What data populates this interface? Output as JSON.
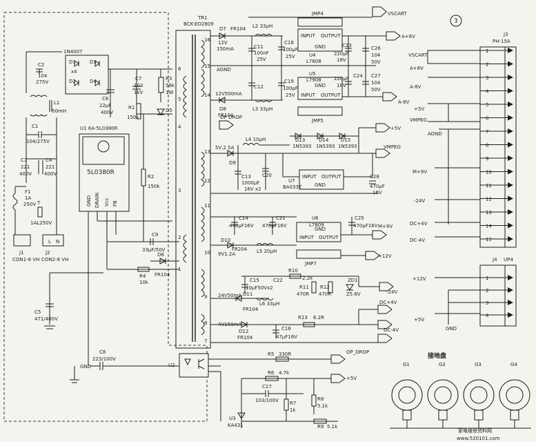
{
  "figure_no": "3",
  "transformer": {
    "ref": "TR1",
    "part": "BCK-EO2809"
  },
  "ic_u1": {
    "ref": "U1",
    "part": "KA-5L0380R",
    "body": "5L0380R",
    "pins": [
      "GND",
      "DRAIN",
      "Vcc",
      "FB"
    ]
  },
  "bridge": {
    "part": "1N4007",
    "qty": "x4",
    "diodes": [
      "D1",
      "D2",
      "D3",
      "D4"
    ]
  },
  "input_parts": [
    {
      "ref": "C2",
      "val": "104",
      "val2": "275V"
    },
    {
      "ref": "L1",
      "val": "50mH"
    },
    {
      "ref": "C1",
      "val": "104/275V"
    },
    {
      "ref": "C3",
      "val": "221",
      "val2": "400V"
    },
    {
      "ref": "C4",
      "val": "221",
      "val2": "400V"
    },
    {
      "ref": "F1",
      "val": "1A",
      "val2": "250V"
    },
    {
      "ref": "T",
      "val": "1AL250V"
    },
    {
      "ref": "C5",
      "val": "471/400V"
    },
    {
      "ref": "C6",
      "val": "22µF",
      "val2": "400V"
    },
    {
      "ref": "C7",
      "val": "103",
      "val2": "1kV"
    },
    {
      "ref": "R3",
      "val": "56k",
      "val2": "1W"
    },
    {
      "ref": "D5"
    },
    {
      "ref": "R1",
      "val": "150k"
    },
    {
      "ref": "R2",
      "val": "150k"
    },
    {
      "ref": "C9",
      "val": "33µF/50V"
    },
    {
      "ref": "R4",
      "val": "10k"
    },
    {
      "ref": "D6",
      "val": "FR104"
    },
    {
      "ref": "C8",
      "val": "223/100V"
    }
  ],
  "connectors_in": [
    {
      "ref": "J1",
      "label": "CON1-8 VH",
      "pins": [
        "L",
        "N"
      ]
    },
    {
      "ref": "J2",
      "label": "CON2-8 VH"
    }
  ],
  "secondary": {
    "w16": {
      "pin": "16",
      "volt": "12V",
      "cur": "150mA",
      "diode": "D7",
      "diode_part": "FR104",
      "ind": "L2 33µH"
    },
    "w15": {
      "pin": "15",
      "label": "AGND"
    },
    "w14": {
      "pin": "14",
      "volt": "12V500mA",
      "diode": "D8",
      "diode_part": "FR104",
      "ind": "L3 33µH"
    },
    "w13": {
      "pin": "13",
      "volt": "5V,2.5A",
      "diode": "D9",
      "ind": "L4 10µH"
    },
    "w12": {
      "pin": "12"
    },
    "w11": {
      "pin": "11"
    },
    "w10": {
      "pin": "10",
      "volt": "9V1.2A",
      "diode": "D10",
      "diode_part": "FR204",
      "ind": "L5 20µH"
    },
    "w9": {
      "pin": "9",
      "volt": "24V50mA",
      "diode": "D11",
      "diode_part": "FR104",
      "ind": "L6 33µH"
    },
    "w8": {
      "pin": "8",
      "volt": "4V150mA",
      "diode": "D12",
      "diode_part": "FR104"
    },
    "w7": {
      "pin": "7"
    },
    "w6": {
      "pin": "6"
    },
    "w5": {
      "pin": "5"
    },
    "w4": {
      "pin": "4"
    },
    "w3": {
      "pin": "3"
    },
    "w2": {
      "pin": "2"
    },
    "w1": {
      "pin": "1"
    }
  },
  "regulators": [
    {
      "ref": "U4",
      "part": "L7808",
      "jmp": "JMP4",
      "in": "INPUT",
      "out": "OUTPUT",
      "gnd": "GND",
      "cin": "C11",
      "cin_v": "100nF",
      "cin_v2": "25V",
      "c2": "C18",
      "c2_v": "100µF",
      "c2_v2": "25V",
      "cout": "C23",
      "cout_v": "220µF",
      "cout_v2": "18V",
      "cf": "C26",
      "cf_v": "104",
      "cf_v2": "50V",
      "out_label": "A+8V"
    },
    {
      "ref": "U5",
      "part": "L7908",
      "jmp": "JMP5",
      "in": "INPUT",
      "out": "OUTPUT",
      "gnd": "GND",
      "cin": "C12",
      "c2": "C19",
      "c2_v": "100µF",
      "c2_v2": "25V",
      "cout": "C24",
      "cout_v": "220µF",
      "cout_v2": "18V",
      "cf": "C27",
      "cf_v": "104",
      "cf_v2": "50V",
      "out_label": "A-8V"
    },
    {
      "ref": "U7",
      "part": "BA033T",
      "in": "INPUT",
      "out": "OUTPUT",
      "gnd": "GND",
      "cin": "C13",
      "cin_v": "1000µF",
      "cin_v2": "16V x2",
      "c2": "C20",
      "cout": "C28",
      "cout_v": "470µF",
      "cout_v2": "16V",
      "out_label": "VMPEG"
    },
    {
      "ref": "U6",
      "part": "L7809",
      "jmp": "JMP7",
      "in": "INPUT",
      "out": "OUTPUT",
      "gnd": "GND",
      "cin": "C14",
      "cin_v": "470µF16V",
      "c2": "C21",
      "c2_v": "470µF16V",
      "cout": "C25",
      "cout_v": "470µF16V",
      "out_label": "M+9V"
    }
  ],
  "rail_5v": {
    "label": "+5V",
    "diodes": [
      "D13",
      "D14",
      "D15"
    ],
    "diode_part": "1N5393"
  },
  "op_drop": {
    "label": "OP DROP"
  },
  "rail_12v": {
    "label": "+12V"
  },
  "rail_neg24": {
    "label": "-24V",
    "c15": "C15",
    "c15_v": "10µF50Vx2",
    "c22": "C22",
    "r10": "R10",
    "r10_v": "2.2k",
    "r11": "R11",
    "r11_v": "470R",
    "r12": "R12",
    "r12_v": "470R",
    "zd": "ZD1",
    "zd_v": "Z5.6V"
  },
  "rail_dc4": {
    "pos": "DC+4V",
    "neg": "DC-4V",
    "c16": "C16",
    "c16_v": "47µF16V",
    "r13": "R13",
    "r13_v": "6.2R"
  },
  "feedback": {
    "u2": "U2",
    "r5": "R5",
    "r5_v": "330R",
    "r6": "R6",
    "r6_v": "4.7k",
    "c17": "C17",
    "c17_v": "103/100V",
    "r7": "R7",
    "r7_v": "1k",
    "r8": "R8",
    "r8_v": "5.1k",
    "r9": "R9",
    "r9_v": "5.1k",
    "u3": "U3",
    "u3_part": "KA431",
    "op_drop": "OP_DROP",
    "plus5": "+5V",
    "gnd": "GND"
  },
  "j3": {
    "ref": "J3",
    "part": "PH-15A",
    "pins": [
      "1",
      "2",
      "3",
      "4",
      "5",
      "6",
      "7",
      "8",
      "9",
      "10",
      "11",
      "12",
      "13",
      "14",
      "15"
    ],
    "labels": [
      "VSCART",
      "A+8V",
      "A-8V",
      "+5V",
      "VMPEG",
      "AGND",
      "M+9V",
      "-24V",
      "DC+4V",
      "DC-4V"
    ]
  },
  "j4": {
    "ref": "J4",
    "part": "UP4",
    "pins": [
      "1",
      "2",
      "3",
      "4"
    ],
    "labels": [
      "+12V",
      "+5V",
      "GND"
    ]
  },
  "ground_plate": {
    "title": "接地盘",
    "items": [
      "G1",
      "G2",
      "G3",
      "G4"
    ]
  },
  "top_outputs": {
    "vscart": "VSCART",
    "a8": "A+8V",
    "am8": "A-8V",
    "plus5": "+5V",
    "vmpeg": "VMPEG"
  },
  "watermark": {
    "cn": "家电维修资料网",
    "url": "www.520101.com"
  }
}
